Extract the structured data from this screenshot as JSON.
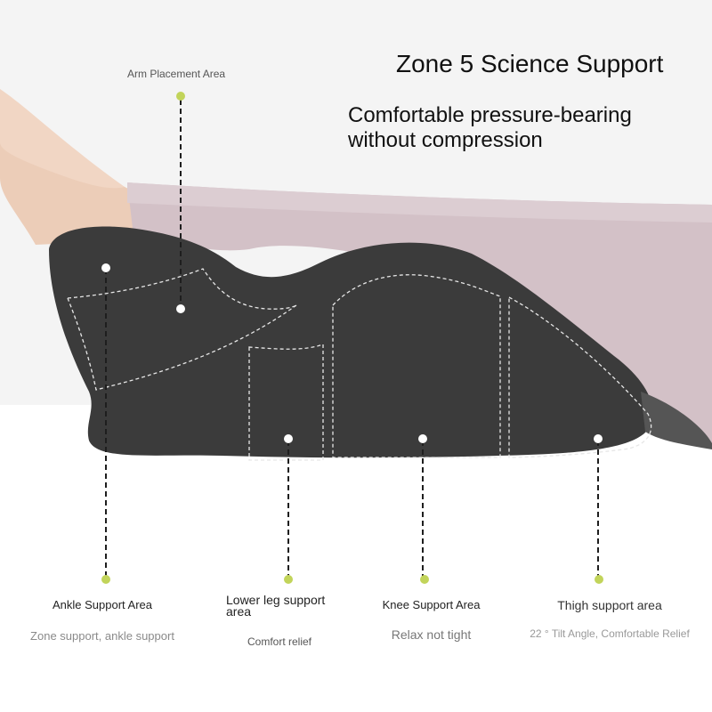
{
  "header": {
    "title": "Zone 5 Science Support",
    "subtitle_line1": "Comfortable pressure-bearing",
    "subtitle_line2": "without compression"
  },
  "top_callout": {
    "label": "Arm Placement Area"
  },
  "callouts": [
    {
      "name": "Ankle Support Area",
      "desc": "Zone support, ankle support"
    },
    {
      "name": "Lower leg support area",
      "desc": "Comfort relief"
    },
    {
      "name": "Knee Support Area",
      "desc": "Relax not tight"
    },
    {
      "name": "Thigh support area",
      "desc": "22 ° Tilt Angle, Comfortable Relief"
    }
  ],
  "colors": {
    "marker_green": "#c2d45a",
    "pillow": "#3d3d3d",
    "leggings": "#d4c2c8",
    "skin": "#eccdb8",
    "stitch": "#e8e8e8"
  }
}
